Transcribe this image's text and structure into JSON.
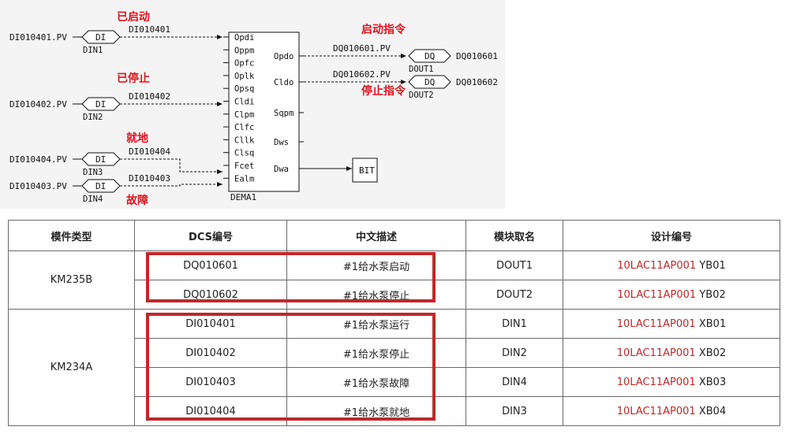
{
  "diagram": {
    "block_name": "DEMA1",
    "block_pins_left": [
      "Opdi",
      "Oppm",
      "Opfc",
      "Oplk",
      "Opsq",
      "Cldi",
      "Clpm",
      "Clfc",
      "Cllk",
      "Clsq",
      "Fcet",
      "Ealm"
    ],
    "block_pins_right": [
      "Opdo",
      "Cldo",
      "Sqpm",
      "Dws",
      "Dwa"
    ],
    "inputs": [
      {
        "pv": "DI010401.PV",
        "type": "DI",
        "module": "DIN1",
        "tag": "DI010401",
        "label": "已启动"
      },
      {
        "pv": "DI010402.PV",
        "type": "DI",
        "module": "DIN2",
        "tag": "DI010402",
        "label": "已停止"
      },
      {
        "pv": "DI010404.PV",
        "type": "DI",
        "module": "DIN3",
        "tag": "DI010404",
        "label": "就地"
      },
      {
        "pv": "DI010403.PV",
        "type": "DI",
        "module": "DIN4",
        "tag": "DI010403",
        "label": "故障"
      }
    ],
    "outputs": [
      {
        "pv": "DQ010601.PV",
        "type": "DQ",
        "module": "DOUT1",
        "tag": "DQ010601",
        "label": "启动指令"
      },
      {
        "pv": "DQ010602.PV",
        "type": "DQ",
        "module": "DOUT2",
        "tag": "DQ010602",
        "label": "停止指令"
      }
    ],
    "bit_label": "BIT"
  },
  "table": {
    "headers": [
      "模件类型",
      "DCS编号",
      "中文描述",
      "模块取名",
      "设计编号"
    ],
    "groups": [
      {
        "module_type": "KM235B",
        "rows": [
          {
            "dcs": "DQ010601",
            "desc": "#1给水泵启动",
            "name": "DOUT1",
            "design_code": "10LAC11AP001",
            "design_suffix": "YB01"
          },
          {
            "dcs": "DQ010602",
            "desc": "#1给水泵停止",
            "name": "DOUT2",
            "design_code": "10LAC11AP001",
            "design_suffix": "YB02"
          }
        ]
      },
      {
        "module_type": "KM234A",
        "rows": [
          {
            "dcs": "DI010401",
            "desc": "#1给水泵运行",
            "name": "DIN1",
            "design_code": "10LAC11AP001",
            "design_suffix": "XB01"
          },
          {
            "dcs": "DI010402",
            "desc": "#1给水泵停止",
            "name": "DIN2",
            "design_code": "10LAC11AP001",
            "design_suffix": "XB02"
          },
          {
            "dcs": "DI010403",
            "desc": "#1给水泵故障",
            "name": "DIN4",
            "design_code": "10LAC11AP001",
            "design_suffix": "XB03"
          },
          {
            "dcs": "DI010404",
            "desc": "#1给水泵就地",
            "name": "DIN3",
            "design_code": "10LAC11AP001",
            "design_suffix": "XB04"
          }
        ]
      }
    ]
  },
  "colors": {
    "label_red": "#e0141e",
    "code_red": "#c0282a",
    "highlight": "#c0282a"
  }
}
